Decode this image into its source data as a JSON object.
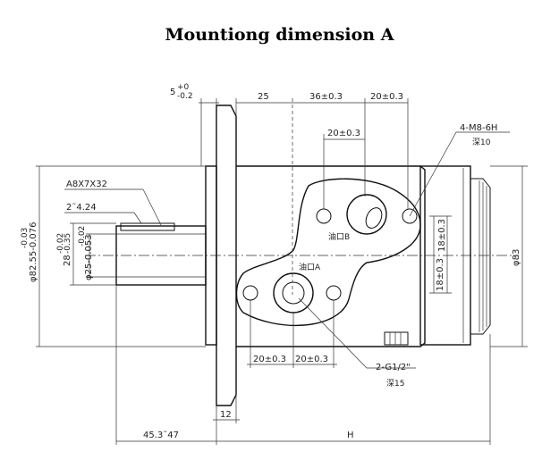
{
  "title": "Mountiong dimension A",
  "dimensions": {
    "flange_thickness_tol": "5",
    "tol_upper": "+0",
    "tol_lower": "-0.2",
    "d25": "25",
    "d36": "36±0.3",
    "d20_top": "20±0.3",
    "d20_inner": "20±0.3",
    "bolt_callout": "4-M8-6H",
    "bolt_depth": "深10",
    "key": "A8X7X32",
    "key_depth": "2˜4.24",
    "shaft_dia": "φ82.55-0.076",
    "shaft_dia_upper": "-0.03",
    "d28": "28",
    "d28_upper": "-0.02",
    "d28_lower": "-0.35",
    "d25_shaft": "φ25-0.053",
    "d25_shaft_upper": "-0.02",
    "port_b": "油口B",
    "port_a": "油口A",
    "d18_left": "18±0.3",
    "d18_right": "18±0.3",
    "d83": "φ83",
    "d20_bottom_left": "20±0.3",
    "d20_bottom_right": "20±0.3",
    "port_callout": "2-G1/2\"",
    "port_depth": "深15",
    "d12": "12",
    "d45": "45.3˜47",
    "h": "H"
  }
}
